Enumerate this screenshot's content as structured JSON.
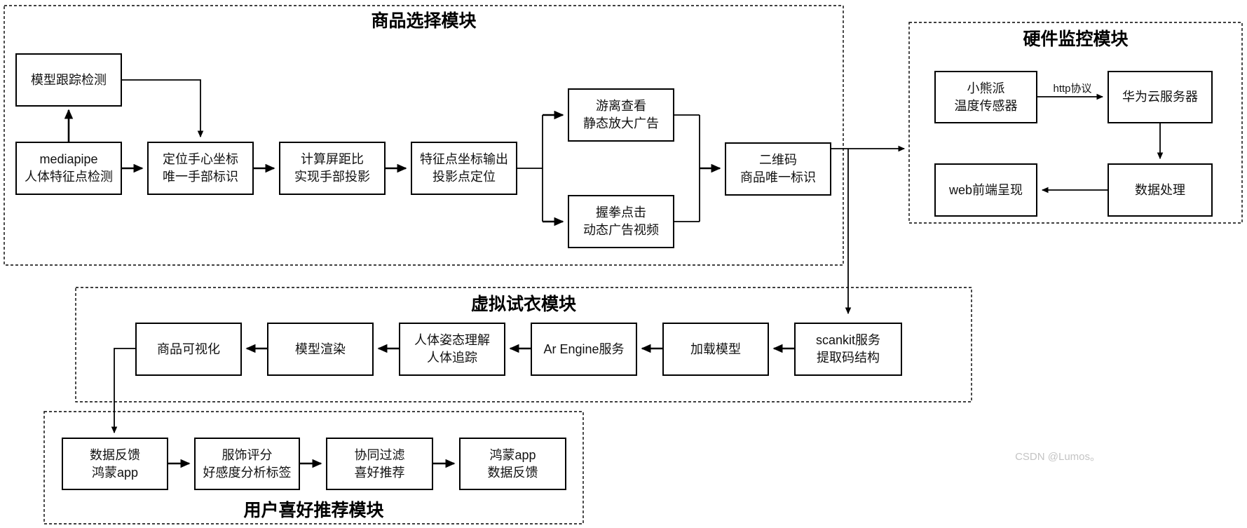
{
  "modules": {
    "product_selection": {
      "title": "商品选择模块"
    },
    "hardware_monitor": {
      "title": "硬件监控模块"
    },
    "virtual_fitting": {
      "title": "虚拟试衣模块"
    },
    "user_preference": {
      "title": "用户喜好推荐模块"
    }
  },
  "nodes": {
    "model_tracking": "模型跟踪检测",
    "mediapipe": "mediapipe\n人体特征点检测",
    "locate_palm": "定位手心坐标\n唯一手部标识",
    "screen_ratio": "计算屏距比\n实现手部投影",
    "feature_output": "特征点坐标输出\n投影点定位",
    "hover_view": "游离查看\n静态放大广告",
    "fist_click": "握拳点击\n动态广告视频",
    "qrcode": "二维码\n商品唯一标识",
    "bearpi": "小熊派\n温度传感器",
    "huawei_cloud": "华为云服务器",
    "data_processing": "数据处理",
    "web_frontend": "web前端呈现",
    "product_visualization": "商品可视化",
    "model_rendering": "模型渲染",
    "pose_understanding": "人体姿态理解\n人体追踪",
    "ar_engine": "Ar Engine服务",
    "load_model": "加载模型",
    "scankit": "scankit服务\n提取码结构",
    "data_feedback_app": "数据反馈\n鸿蒙app",
    "clothing_rating": "服饰评分\n好感度分析标签",
    "collaborative_filter": "协同过滤\n喜好推荐",
    "harmony_app_feedback": "鸿蒙app\n数据反馈"
  },
  "labels": {
    "http_protocol": "http协议"
  },
  "watermark": {
    "text": "CSDN @Lumos。"
  },
  "colors": {
    "background": "#ffffff",
    "line": "#000000",
    "box_border": "#000000",
    "text": "#111111",
    "watermark": "#c4c4c4"
  }
}
